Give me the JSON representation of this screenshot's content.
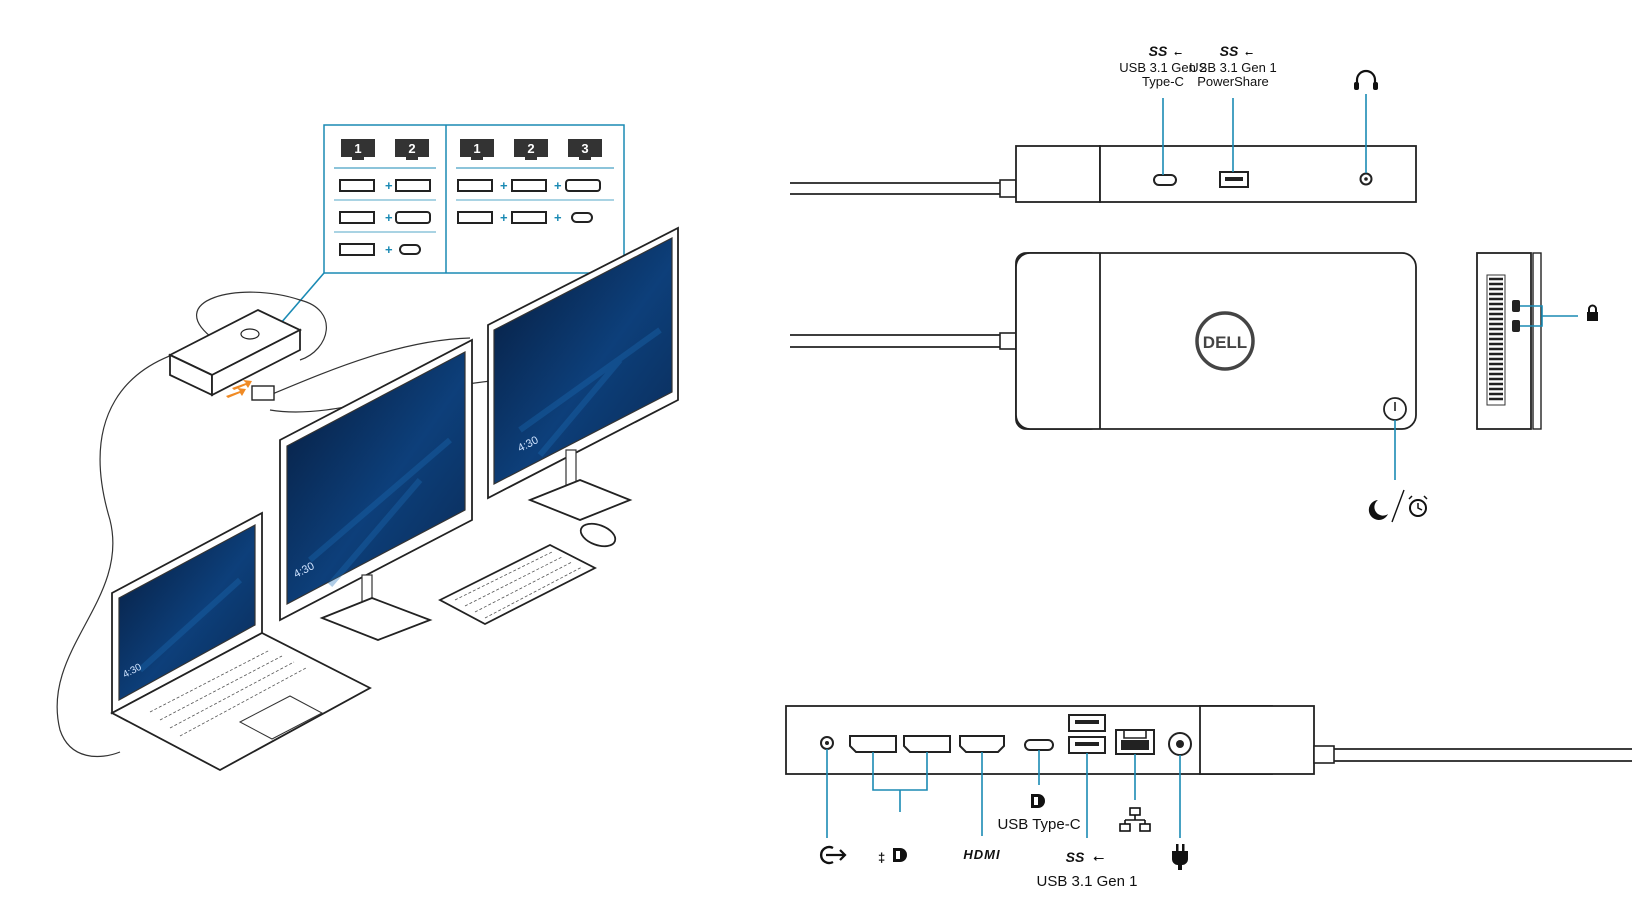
{
  "config_table": {
    "two_display_headers": [
      "1",
      "2"
    ],
    "three_display_headers": [
      "1",
      "2",
      "3"
    ],
    "plus": "+"
  },
  "monitor_clock": "4:30",
  "top_view": {
    "usb_c_gen2": {
      "logo": "SS",
      "line1": "USB 3.1 Gen 2",
      "line2": "Type-C"
    },
    "usb_powershare": {
      "logo": "SS",
      "line1": "USB 3.1 Gen 1",
      "line2": "PowerShare"
    },
    "headset_icon": "headset-icon"
  },
  "front_view": {
    "brand": "DELL",
    "power_icon": "power-icon",
    "sleep_icon": "moon-icon",
    "wake_icon": "alarm-clock-icon",
    "lock_icon": "lock-icon"
  },
  "rear_view": {
    "line_out_icon": "line-out-icon",
    "displayport_icon": "displayport-icon",
    "hdmi_label": "HDMI",
    "usb_type_c_dp_label": "USB Type-C",
    "usb_gen1_logo": "SS",
    "usb_gen1_label": "USB 3.1 Gen 1",
    "network_icon": "network-icon",
    "power_in_icon": "power-plug-icon"
  },
  "colors": {
    "callout": "#1a8ab4",
    "arrow": "#f08a24",
    "outline": "#222222"
  }
}
